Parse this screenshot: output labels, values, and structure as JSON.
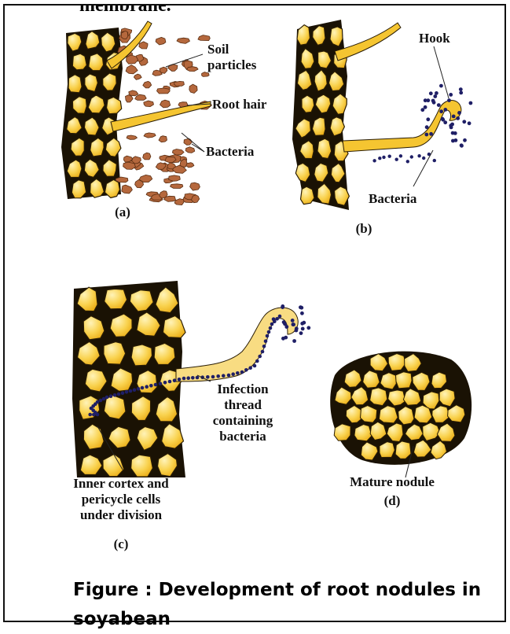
{
  "page": {
    "cut_heading": "membrane."
  },
  "figure": {
    "panel_a": {
      "letter": "(a)",
      "soil_label": "Soil\nparticles",
      "root_hair_label": "Root hair",
      "bacteria_label": "Bacteria"
    },
    "panel_b": {
      "letter": "(b)",
      "hook_label": "Hook",
      "bacteria_label": "Bacteria"
    },
    "panel_c": {
      "letter": "(c)",
      "infection_label": "Infection\nthread\ncontaining\nbacteria",
      "cortex_label": "Inner cortex and\npericycle cells\nunder division"
    },
    "panel_d": {
      "letter": "(d)",
      "nodule_label": "Mature nodule"
    },
    "colors": {
      "cell_fill": "#f7c93a",
      "cell_light": "#fff3b8",
      "cell_outline": "#2a1d05",
      "soil": "#b5683d",
      "bacteria": "#1f1f66"
    }
  },
  "caption": {
    "line1": "Figure : Development of root nodules in",
    "line2": "soyabean"
  }
}
